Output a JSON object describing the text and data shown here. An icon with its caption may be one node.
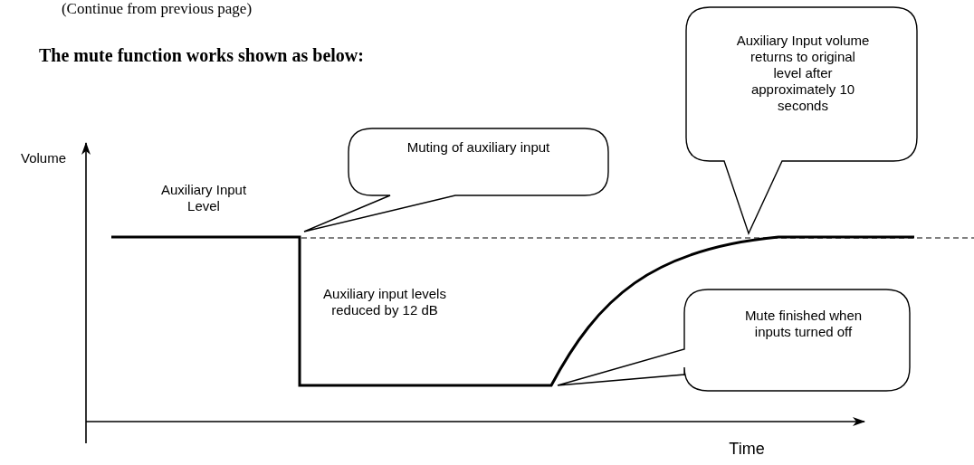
{
  "diagram": {
    "title": "The mute function works shown as below:",
    "nodes": [
      {
        "text": [
          "Muting of auxiliary input"
        ]
      },
      {
        "text": [
          "Auxiliary Input volume returns to original level after approximately 10 seconds"
        ]
      },
      {
        "text": [
          "Mute finished when inputs turned off"
        ]
      }
    ],
    "labels": [
      "(Continue from previous page)",
      "Volume",
      "Auxiliary Input Level",
      "Auxiliary input levels reduced by 12 dB",
      "Time"
    ]
  }
}
